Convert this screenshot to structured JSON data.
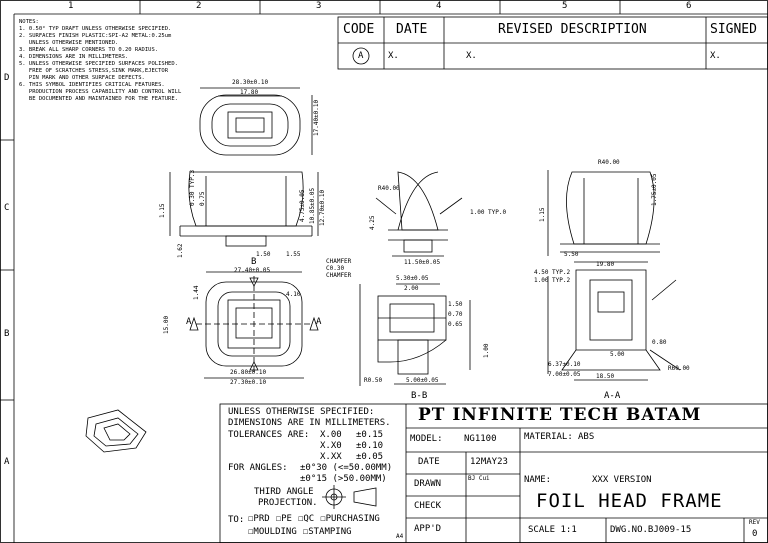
{
  "grid": {
    "columns": [
      "1",
      "2",
      "3",
      "4",
      "5",
      "6"
    ],
    "rows": [
      "D",
      "C",
      "B",
      "A"
    ]
  },
  "notes": {
    "title": "NOTES:",
    "lines": [
      "1. 0.50° TYP DRAFT UNLESS OTHERWISE SPECIFIED.",
      "2. SURFACES FINISH PLASTIC:SPI-A2 METAL:0.25um",
      "   UNLESS OTHERWISE MENTIONED.",
      "3. BREAK ALL SHARP CORNERS TO 0.20 RADIUS.",
      "4. DIMENSIONS ARE IN MILLIMETERS.",
      "5. UNLESS OTHERWISE SPECIFIED SURFACES POLISHED.",
      "   FREE OF SCRATCHES STRESS,SINK MARK,EJECTOR",
      "   PIN MARK AND OTHER SURFACE DEFECTS.",
      "6. THIS SYMBOL IDENTIFIES CRITICAL FEATURES.",
      "   PRODUCTION PROCESS CAPABILITY AND CONTROL WILL",
      "   BE DOCUMENTED AND MAINTAINED FOR THE FEATURE."
    ]
  },
  "revision": {
    "headers": {
      "code": "CODE",
      "date": "DATE",
      "description": "REVISED DESCRIPTION",
      "signed": "SIGNED"
    },
    "row": {
      "code": "A",
      "date": "X.",
      "description": "X.",
      "signed": "X."
    }
  },
  "dims": {
    "top_width": "28.30±0.10",
    "top_inner": "17.80",
    "top_height": "17.40±0.10",
    "front_1_15": "1.15",
    "front_0_30": "0.30 TYP.3",
    "front_0_75": "0.75",
    "front_4_75": "4.75±0.05",
    "front_10_85": "10.85±0.05",
    "front_12_70": "12.70±0.10",
    "front_1_62": "1.62",
    "front_1_50": "1.50",
    "front_1_55": "1.55",
    "chamfer": "CHAMFER C0.30 CHAMFER",
    "bottom_27_40": "27.40±0.05",
    "bottom_1_44": "1.44",
    "bottom_4_10": "4.10",
    "bottom_15_00": "15.00",
    "bottom_26_80": "26.80±0.10",
    "bottom_27_30": "27.30±0.10",
    "side_r40": "R40.00",
    "side_1_00": "1.00 TYP.0",
    "side_4_25": "4.25",
    "side_11_50": "11.50±0.05",
    "bb_5_30": "5.30±0.05",
    "bb_2_00": "2.00",
    "bb_1_50": "1.50",
    "bb_0_70": "0.70",
    "bb_0_65": "0.65",
    "bb_1_00": "1.00",
    "bb_5_00": "5.00±0.05",
    "bb_r0_50": "R0.50",
    "aa_r40": "R40.00",
    "aa_1_15": "1.15",
    "aa_1_75": "1.75±0.05",
    "aa_5_50": "5.50",
    "aa_19_80": "19.80",
    "aa_4_50": "4.50 TYP.2",
    "aa_1_00": "1.00 TYP.2",
    "aa_0_80": "0.80",
    "aa_5_00": "5.00",
    "aa_6_37": "6.37±0.10",
    "aa_7_00": "7.00±0.05",
    "aa_18_50": "18.50",
    "aa_r60": "R60.00"
  },
  "section_labels": {
    "bb": "B-B",
    "aa": "A-A",
    "a": "A",
    "b": "B"
  },
  "title_block": {
    "unless": "UNLESS OTHERWISE SPECIFIED:",
    "dims_in": "DIMENSIONS ARE IN MILLIMETERS.",
    "tol_label": "TOLERANCES ARE:",
    "tol_1": "X.00",
    "tol_1v": "±0.15",
    "tol_2": "X.X0",
    "tol_2v": "±0.10",
    "tol_3": "X.XX",
    "tol_3v": "±0.05",
    "angles_label": "FOR ANGLES:",
    "angle_1": "±0°30  (<=50.00MM)",
    "angle_2": "±0°15  (>50.00MM)",
    "third_angle": "THIRD ANGLE",
    "projection": "PROJECTION.",
    "to_label": "TO:",
    "to_opts": [
      "PRD",
      "PE",
      "QC",
      "PURCHASING"
    ],
    "to_opts2": [
      "MOULDING",
      "STAMPING"
    ],
    "company": "PT INFINITE TECH BATAM",
    "model_label": "MODEL:",
    "model_value": "NG1100",
    "material_label": "MATERIAL:",
    "material_value": "ABS",
    "date_label": "DATE",
    "date_value": "12MAY23",
    "drawn_label": "DRAWN",
    "drawn_value": "BJ Cui",
    "check_label": "CHECK",
    "appd_label": "APP'D",
    "name_label": "NAME:",
    "version": "XXX VERSION",
    "part_name": "FOIL HEAD FRAME",
    "scale": "SCALE 1:1",
    "dwg_no": "DWG.NO.BJ009-15",
    "rev_label": "REV",
    "rev_value": "0",
    "a4": "A4"
  }
}
